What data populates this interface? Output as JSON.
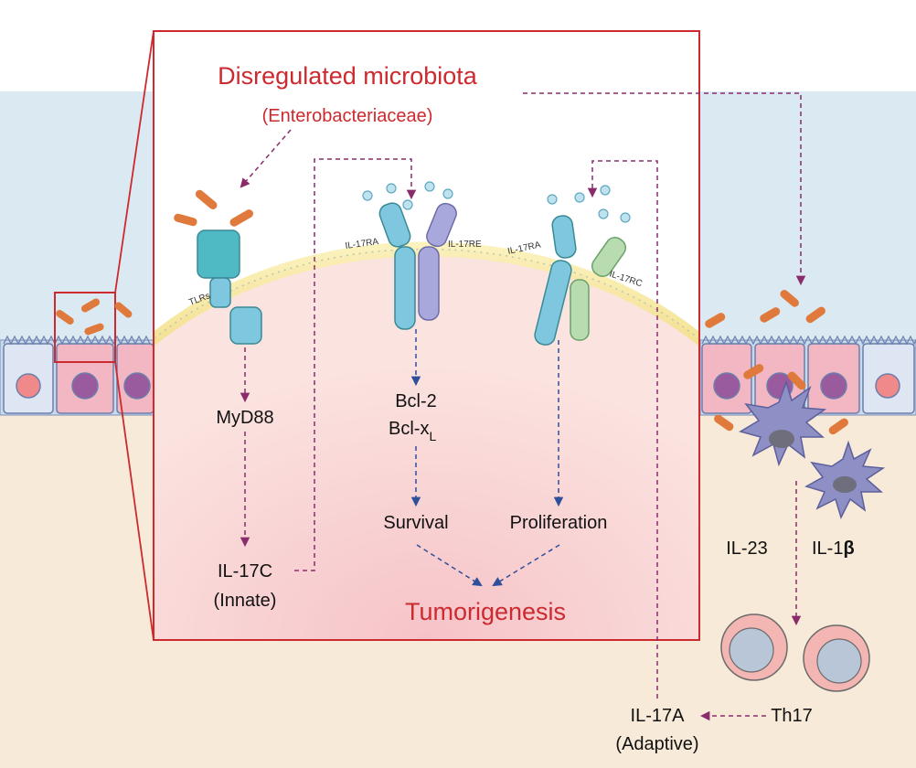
{
  "title": "Disregulated microbiota",
  "subtitle": "(Enterobacteriaceae)",
  "receptors": {
    "tlrs": "TLRs",
    "il17ra_left": "IL-17RA",
    "il17re": "IL-17RE",
    "il17ra_right": "IL-17RA",
    "il17rc": "IL-17RC"
  },
  "pathway": {
    "myd88": "MyD88",
    "il17c": "IL-17C",
    "innate": "(Innate)",
    "bcl2": "Bcl-2",
    "bclxl_main": "Bcl-x",
    "bclxl_sub": "L",
    "survival": "Survival",
    "proliferation": "Proliferation",
    "tumorigenesis": "Tumorigenesis"
  },
  "immune": {
    "il23": "IL-23",
    "il1b_prefix": "IL-1",
    "il1b_beta": "β",
    "th17": "Th17",
    "il17a": "IL-17A",
    "adaptive": "(Adaptive)"
  },
  "colors": {
    "red": "#cc2a2f",
    "arrow_purple": "#8a2c6c",
    "arrow_blue": "#2f4f9a",
    "bacteria": "#e07a3c",
    "lumen": "#dbe9f3",
    "interior": "#f7ead8",
    "receptor_blue": "#7fc7df",
    "receptor_teal": "#4fbac4",
    "receptor_lilac": "#a9a8dc",
    "receptor_green": "#b8dcb0",
    "epithelial_pink": "#f2b7c2",
    "nucleus_purple": "#9a5a9e",
    "dendritic": "#8e8fc4"
  }
}
